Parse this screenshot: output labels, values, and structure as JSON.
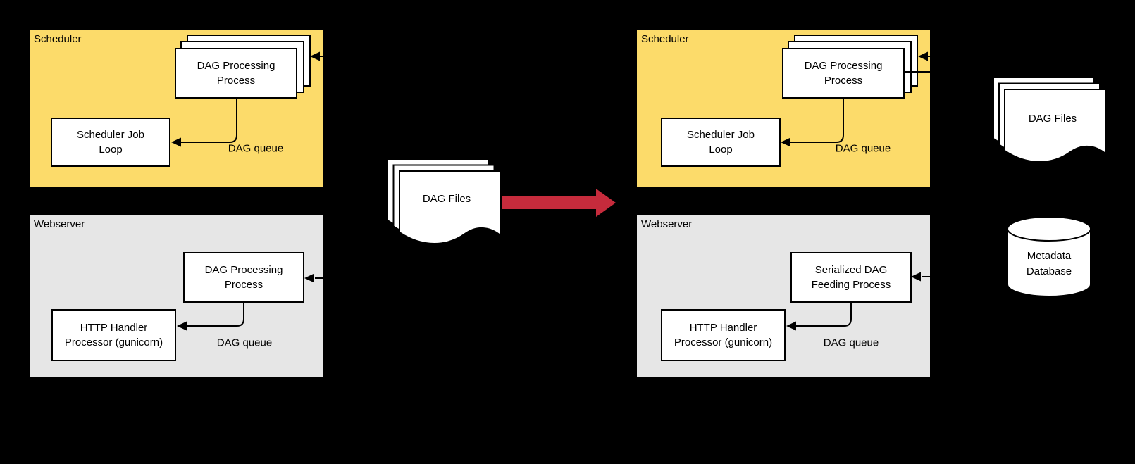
{
  "colors": {
    "background": "#000000",
    "panel_yellow": "#FCDB6A",
    "panel_gray": "#E6E6E6",
    "arrow_red": "#C62B3C",
    "node_fill": "#FFFFFF",
    "line_black": "#000000"
  },
  "before": {
    "scheduler": {
      "title": "Scheduler",
      "dag_processing_lines": [
        "DAG Processing",
        "Process"
      ],
      "job_loop_lines": [
        "Scheduler Job",
        "Loop"
      ],
      "queue_label": "DAG queue"
    },
    "webserver": {
      "title": "Webserver",
      "dag_processing_lines": [
        "DAG Processing",
        "Process"
      ],
      "http_handler_lines": [
        "HTTP Handler",
        "Processor (gunicorn)"
      ],
      "queue_label": "DAG queue"
    },
    "dag_files_label": "DAG Files"
  },
  "after": {
    "scheduler": {
      "title": "Scheduler",
      "dag_processing_lines": [
        "DAG Processing",
        "Process"
      ],
      "job_loop_lines": [
        "Scheduler Job",
        "Loop"
      ],
      "queue_label": "DAG queue"
    },
    "webserver": {
      "title": "Webserver",
      "feeding_lines": [
        "Serialized DAG",
        "Feeding Process"
      ],
      "http_handler_lines": [
        "HTTP Handler",
        "Processor (gunicorn)"
      ],
      "queue_label": "DAG queue"
    },
    "dag_files_label": "DAG Files",
    "database_lines": [
      "Metadata",
      "Database"
    ]
  }
}
